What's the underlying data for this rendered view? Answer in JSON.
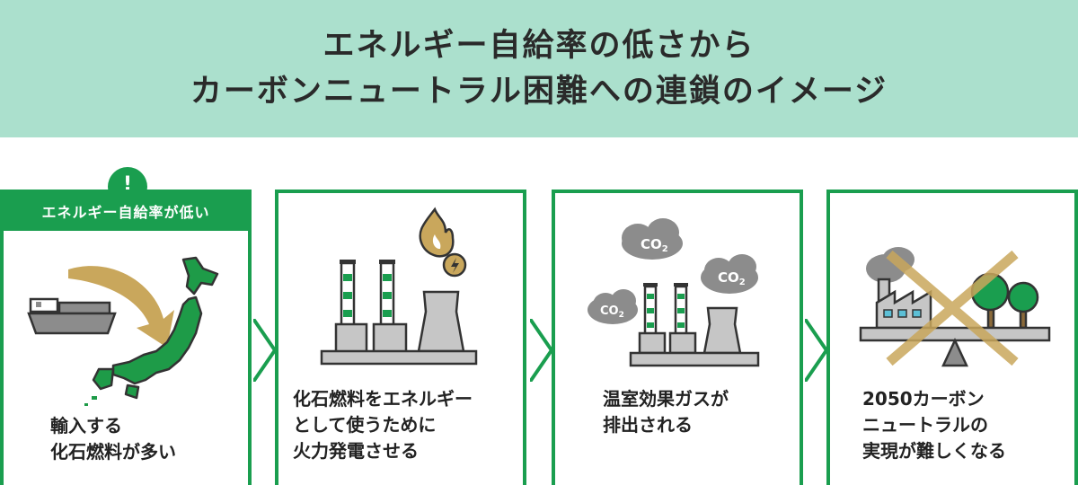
{
  "header": {
    "line1": "エネルギー自給率の低さから",
    "line2": "カーボンニュートラル困難への連鎖のイメージ"
  },
  "colors": {
    "accent_green": "#1a9e4f",
    "header_bg": "#abe0cd",
    "illustration_gray": "#8c8c8c",
    "gold": "#c9a75c",
    "japan_green": "#1e9b48"
  },
  "steps": [
    {
      "badge": "!",
      "badge_label": "エネルギー自給率が低い",
      "lines": [
        "輸入する",
        "化石燃料が多い"
      ],
      "icon": "ship-to-japan-icon"
    },
    {
      "lines": [
        "化石燃料をエネルギー",
        "として使うために",
        "火力発電させる"
      ],
      "icon": "thermal-power-plant-icon"
    },
    {
      "lines": [
        "温室効果ガスが",
        "排出される"
      ],
      "icon": "co2-emission-icon",
      "co2_label": "CO",
      "co2_sub": "2"
    },
    {
      "lines": [
        "2050カーボン",
        "ニュートラルの",
        "実現が難しくなる"
      ],
      "icon": "unbalanced-scale-icon"
    }
  ]
}
